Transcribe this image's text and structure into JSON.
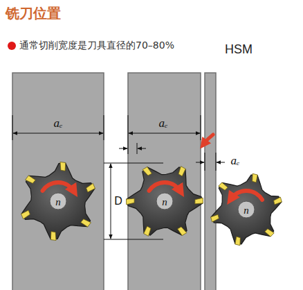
{
  "diagram": {
    "title": "铣刀位置",
    "labels": [
      "通常切削宽度是刀具直径的70–80%",
      "aₑ",
      "aₑ",
      "D",
      "HSM",
      "aₑ",
      "n",
      "n",
      "n"
    ]
  }
}
